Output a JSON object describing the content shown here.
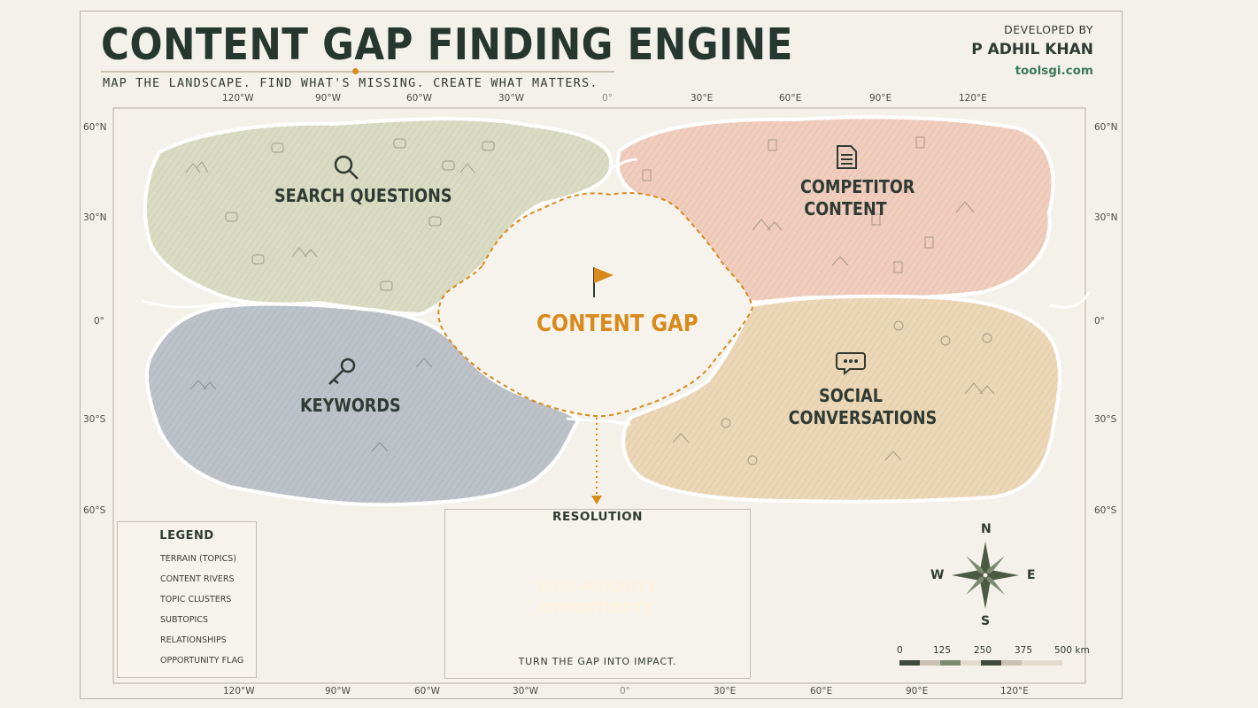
{
  "title": "CONTENT GAP FINDING ENGINE",
  "subtitle": "MAP THE LANDSCAPE. FIND WHAT'S MISSING. CREATE WHAT MATTERS.",
  "developer": {
    "label": "DEVELOPED BY",
    "name": "P ADHIL KHAN",
    "site": "toolsgi.com"
  },
  "longitude_labels": [
    "120°W",
    "90°W",
    "60°W",
    "30°W",
    "0°",
    "30°E",
    "60°E",
    "90°E",
    "120°E"
  ],
  "latitude_labels": [
    "60°N",
    "30°N",
    "0°",
    "30°S",
    "60°S"
  ],
  "regions": {
    "search_questions": {
      "label": "SEARCH QUESTIONS",
      "icon": "magnifier-icon",
      "color": "#d9dcc2"
    },
    "competitor_content": {
      "label_line1": "COMPETITOR",
      "label_line2": "CONTENT",
      "icon": "document-icon",
      "color": "#f0cdbd"
    },
    "keywords": {
      "label": "KEYWORDS",
      "icon": "key-icon",
      "color": "#bcc2c8"
    },
    "social_conversations": {
      "label_line1": "SOCIAL",
      "label_line2": "CONVERSATIONS",
      "icon": "chat-icon",
      "color": "#ecd7b6"
    },
    "content_gap": {
      "label": "CONTENT GAP",
      "icon": "flag-icon",
      "color": "#d88a1c"
    }
  },
  "legend": {
    "title": "LEGEND",
    "items": [
      {
        "label": "TERRAIN (TOPICS)",
        "icon": "terrain-icon"
      },
      {
        "label": "CONTENT RIVERS",
        "icon": "rivers-icon"
      },
      {
        "label": "TOPIC CLUSTERS",
        "icon": "tree-icon"
      },
      {
        "label": "SUBTOPICS",
        "icon": "dotted-line-icon"
      },
      {
        "label": "RELATIONSHIPS",
        "icon": "dashed-line-icon"
      },
      {
        "label": "OPPORTUNITY FLAG",
        "icon": "flag-icon"
      }
    ]
  },
  "resolution": {
    "title": "RESOLUTION",
    "opportunity_line1": "HIGH-PRIORITY",
    "opportunity_line2": "OPPORTUNITY",
    "footer": "TURN THE GAP INTO IMPACT."
  },
  "compass": {
    "n": "N",
    "s": "S",
    "e": "E",
    "w": "W"
  },
  "scale": {
    "labels": [
      "0",
      "125",
      "250",
      "375",
      "500 km"
    ]
  }
}
